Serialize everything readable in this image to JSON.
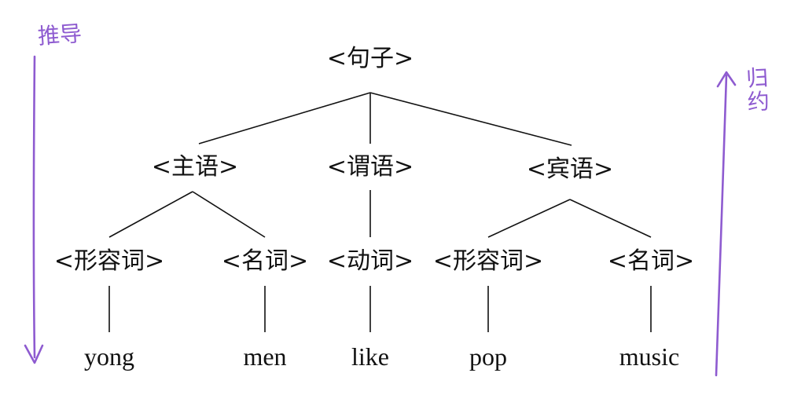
{
  "diagram": {
    "root": "<句子>",
    "level1": [
      "<主语>",
      "<谓语>",
      "<宾语>"
    ],
    "level2": [
      "<形容词>",
      "<名词>",
      "<动词>",
      "<形容词>",
      "<名词>"
    ],
    "leaves": [
      "yong",
      "men",
      "like",
      "pop",
      "music"
    ]
  },
  "annotations": {
    "left_arrow_label": "推导",
    "right_arrow_label": "归约",
    "arrow_color": "#8e5bd0"
  }
}
